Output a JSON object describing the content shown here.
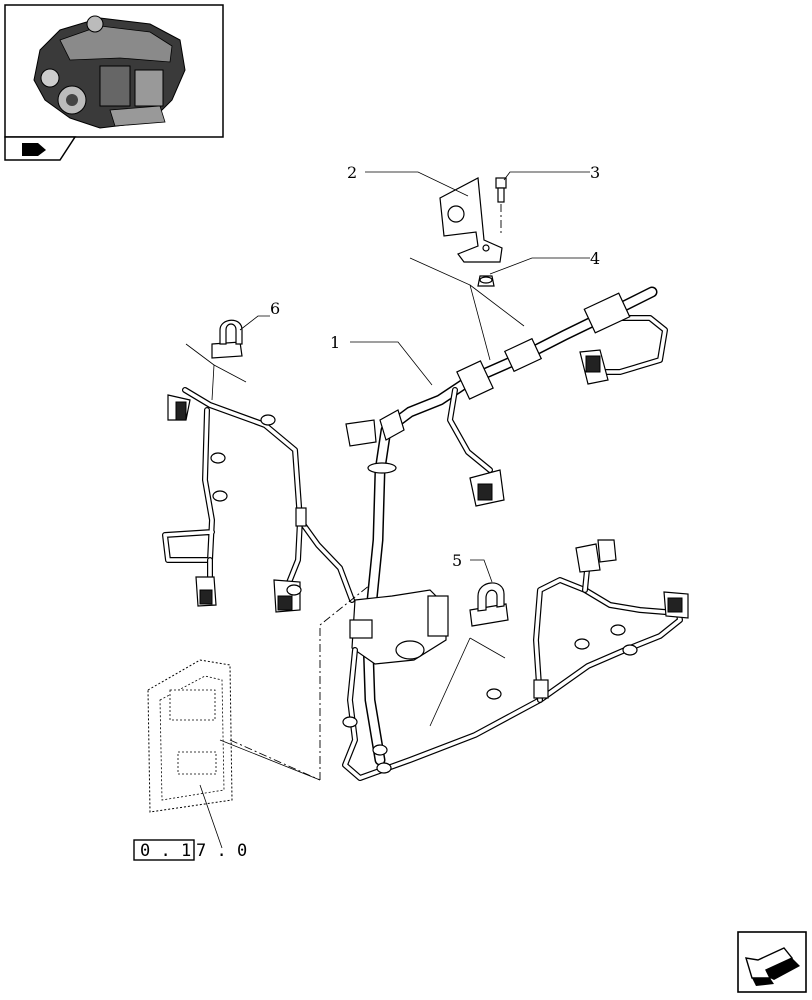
{
  "callouts": [
    {
      "id": "1",
      "label": "1"
    },
    {
      "id": "2",
      "label": "2"
    },
    {
      "id": "3",
      "label": "3"
    },
    {
      "id": "4",
      "label": "4"
    },
    {
      "id": "5",
      "label": "5"
    },
    {
      "id": "6",
      "label": "6"
    }
  ],
  "reference": {
    "boxed": "0 . 1",
    "suffix": "7 . 0"
  },
  "icons": {
    "thumbnail": "engine-thumbnail-icon",
    "badge": "arrow-badge-icon",
    "nav": "next-page-arrow-icon"
  }
}
